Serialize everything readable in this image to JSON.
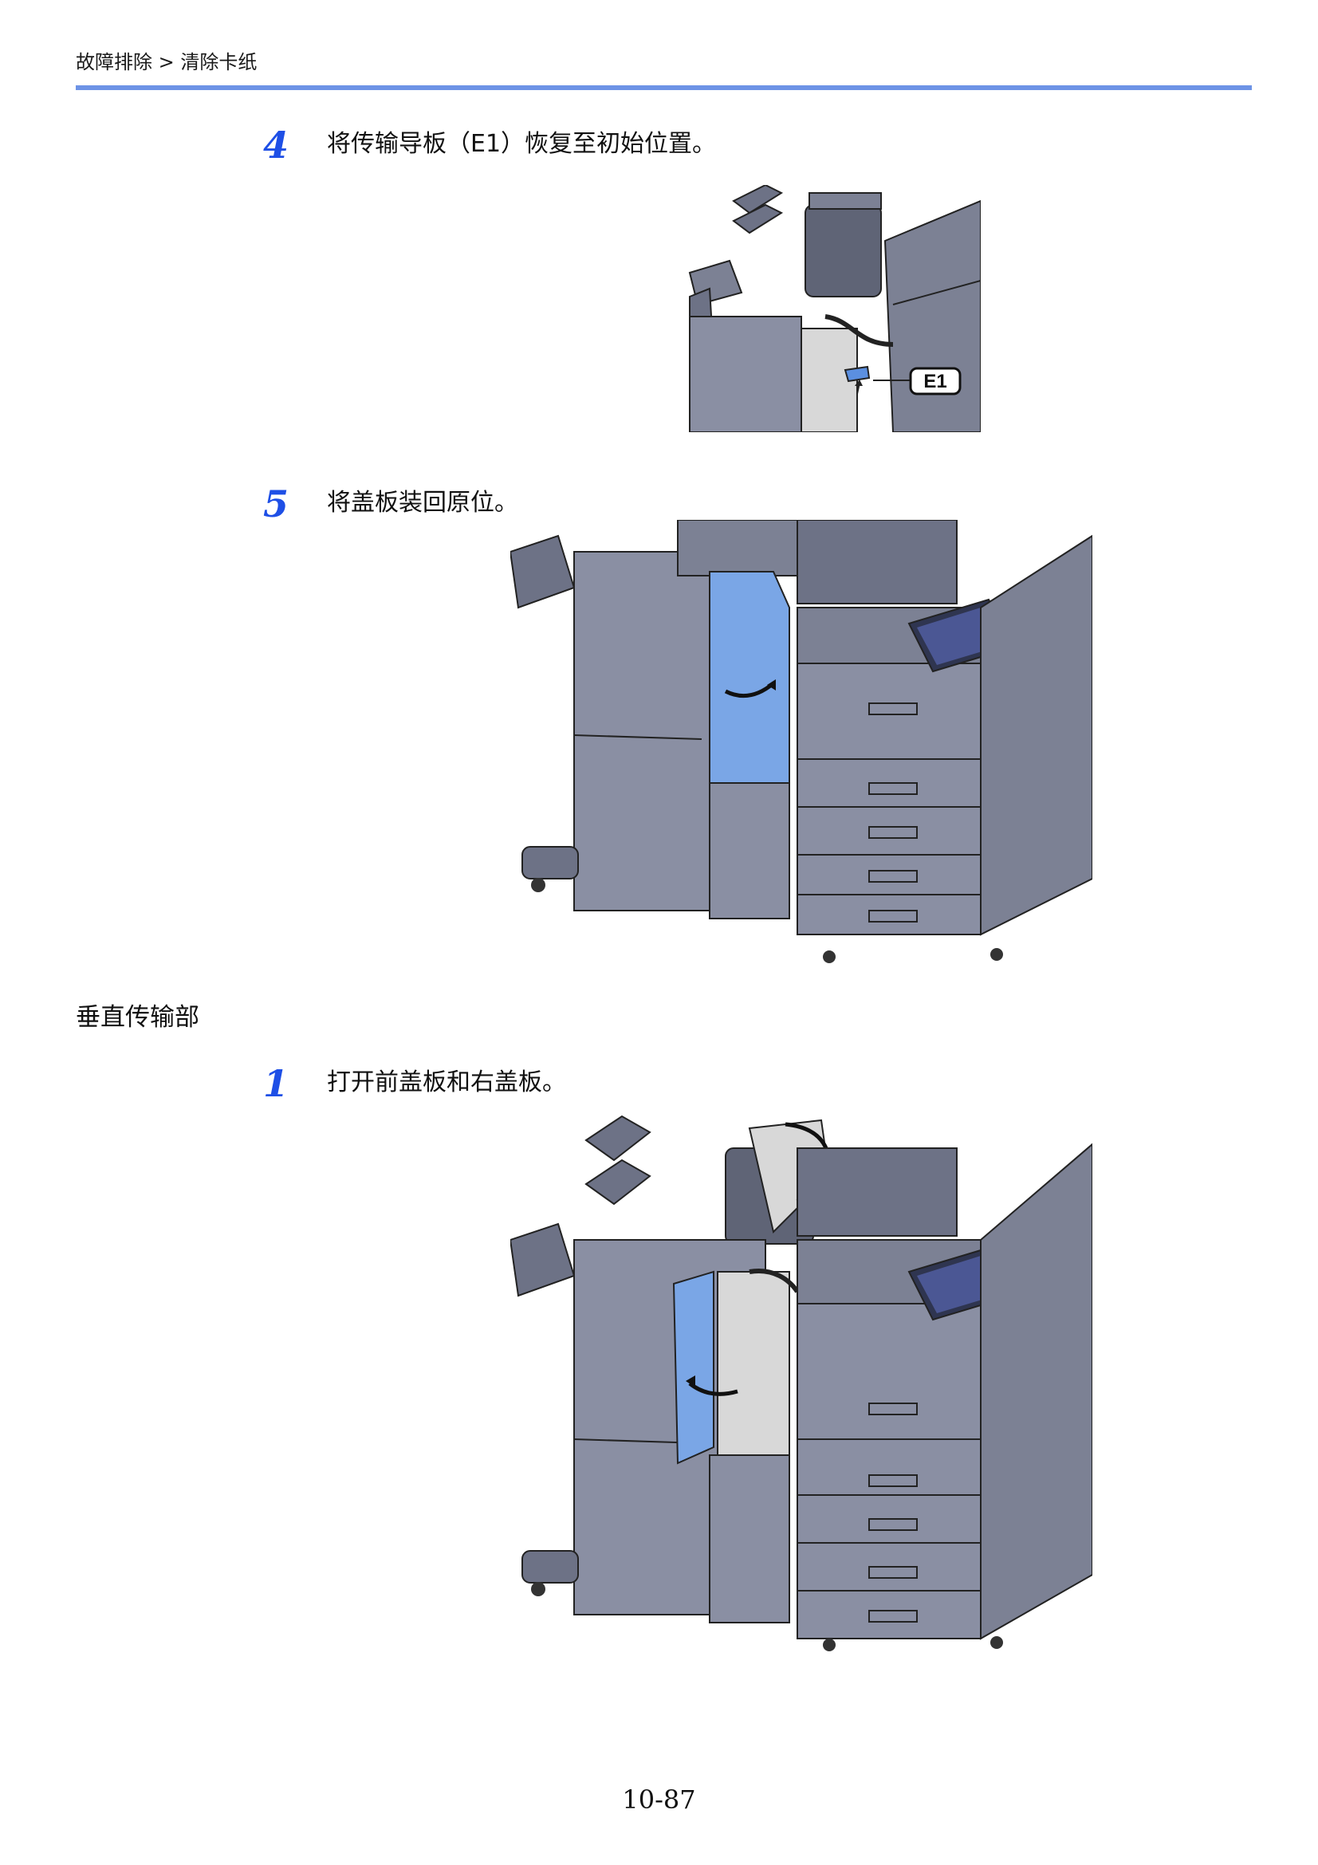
{
  "header": {
    "breadcrumb": "故障排除 > 清除卡纸"
  },
  "steps": [
    {
      "number": "4",
      "text": "将传输导板（E1）恢复至初始位置。"
    },
    {
      "number": "5",
      "text": "将盖板装回原位。"
    },
    {
      "number": "1",
      "text": "打开前盖板和右盖板。"
    }
  ],
  "section": {
    "heading": "垂直传输部"
  },
  "callouts": {
    "e1": "E1"
  },
  "colors": {
    "accent_rule": "#6d93e6",
    "step_number": "#1e4fe6",
    "highlight_part": "#7aa6e6",
    "machine_body": "#8a8fa3"
  },
  "footer": {
    "page_number": "10-87"
  }
}
